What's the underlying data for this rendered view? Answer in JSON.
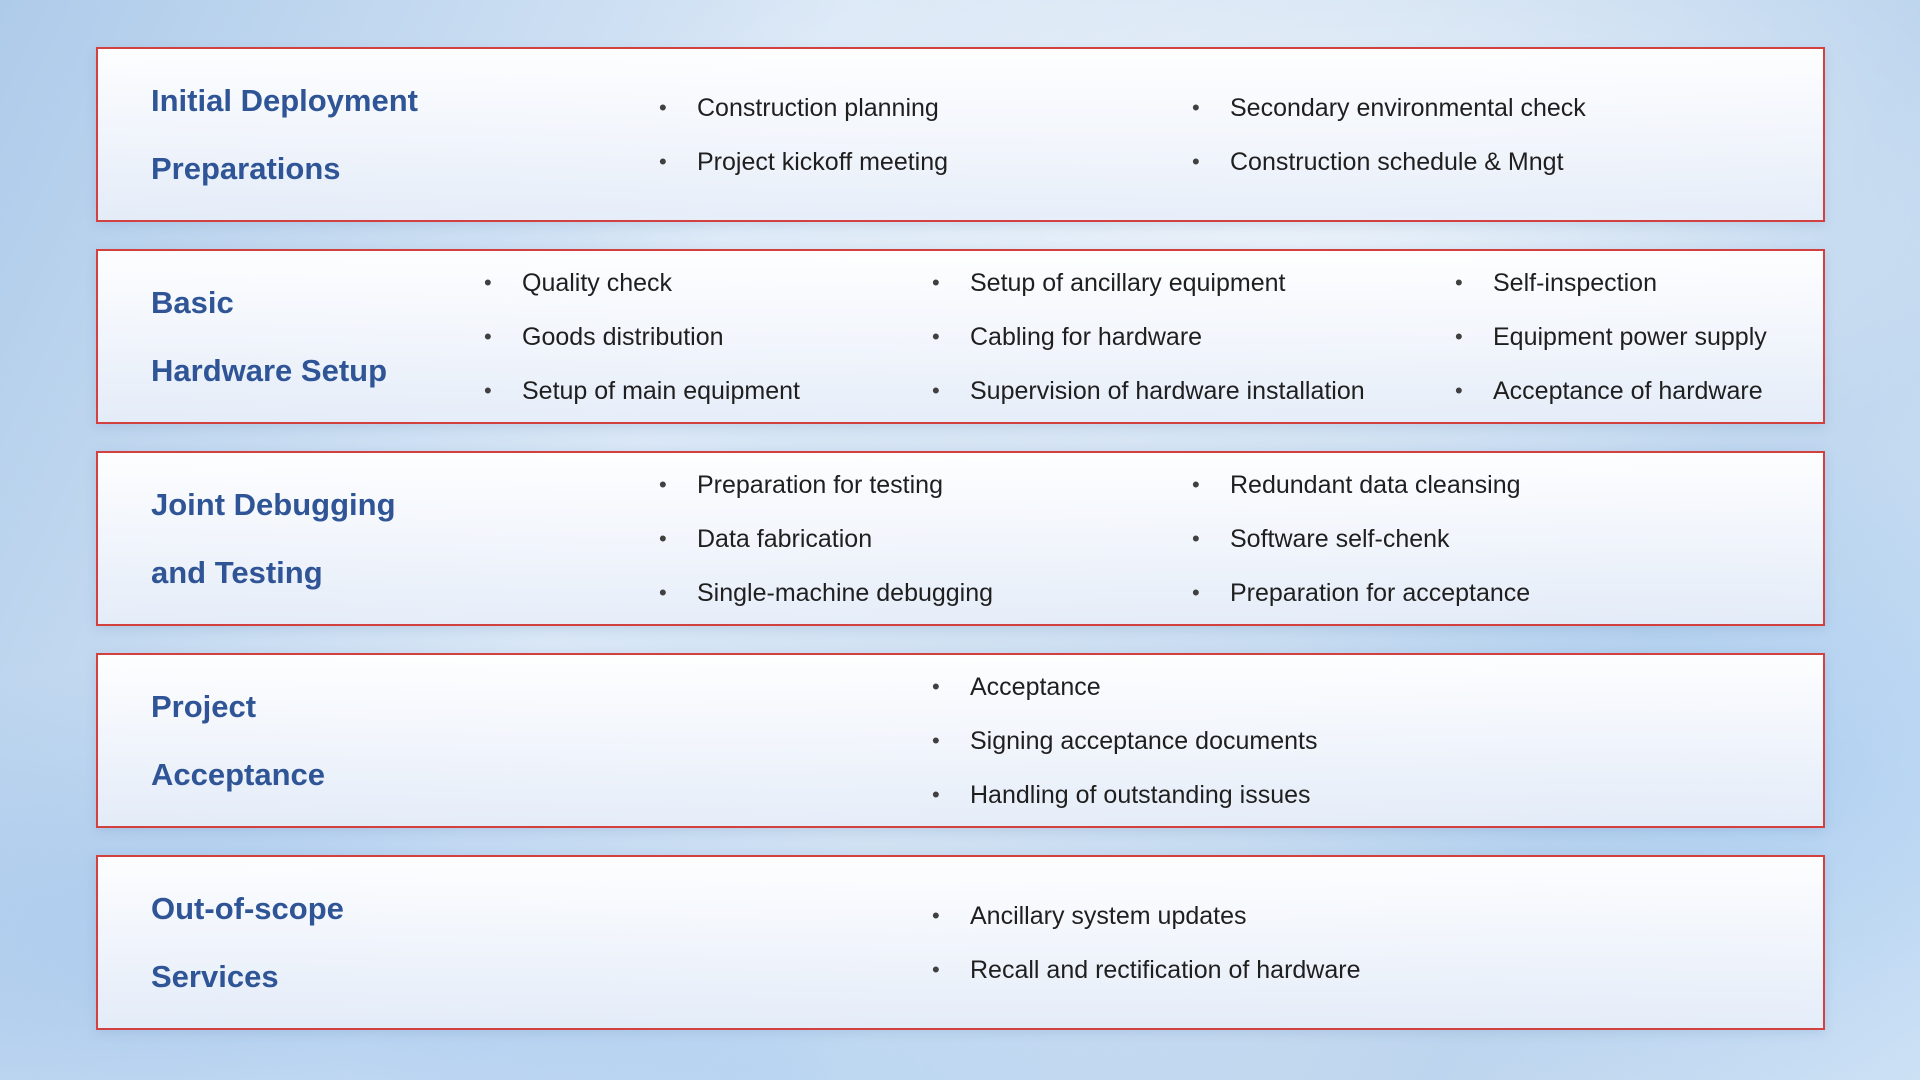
{
  "colors": {
    "title_blue": "#2F5597",
    "border_red": "#D34040",
    "body_text": "#1F1F1F",
    "background_blue": "#C7DBF1"
  },
  "phases": [
    {
      "name": "initial-deployment-preparations",
      "title_lines": [
        "Initial Deployment",
        "Preparations"
      ],
      "columns": [
        [
          "Construction planning",
          "Project kickoff meeting"
        ],
        [
          "Secondary environmental check",
          "Construction schedule & Mngt"
        ]
      ]
    },
    {
      "name": "basic-hardware-setup",
      "title_lines": [
        "Basic",
        "Hardware Setup"
      ],
      "columns": [
        [
          "Quality check",
          "Goods distribution",
          "Setup of main equipment"
        ],
        [
          "Setup of ancillary equipment",
          "Cabling for hardware",
          "Supervision of hardware installation"
        ],
        [
          "Self-inspection",
          "Equipment power supply",
          "Acceptance of hardware"
        ]
      ]
    },
    {
      "name": "joint-debugging-and-testing",
      "title_lines": [
        "Joint Debugging",
        "and Testing"
      ],
      "columns": [
        [
          "Preparation for testing",
          "Data fabrication",
          "Single-machine debugging"
        ],
        [
          "Redundant data cleansing",
          "Software self-chenk",
          "Preparation for acceptance"
        ]
      ]
    },
    {
      "name": "project-acceptance",
      "title_lines": [
        "Project",
        "Acceptance"
      ],
      "columns": [
        [
          "Acceptance",
          "Signing acceptance documents",
          "Handling of outstanding issues"
        ]
      ]
    },
    {
      "name": "out-of-scope-services",
      "title_lines": [
        "Out-of-scope",
        "Services"
      ],
      "columns": [
        [
          "Ancillary system updates",
          "Recall and rectification of hardware"
        ]
      ]
    }
  ]
}
